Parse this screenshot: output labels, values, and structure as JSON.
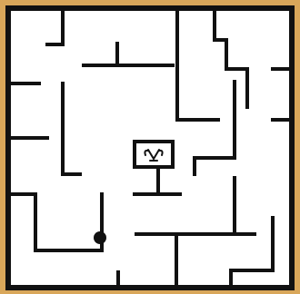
{
  "game": {
    "name": "maze",
    "colors": {
      "frame": "#d9a75a",
      "floor": "#ffffff",
      "wall": "#111111"
    },
    "pieces": {
      "player": {
        "name": "player-ball",
        "shape": "filled circle",
        "color": "#111111"
      },
      "goal": {
        "name": "goal-box",
        "icon": "cup-with-handles-icon"
      }
    }
  }
}
